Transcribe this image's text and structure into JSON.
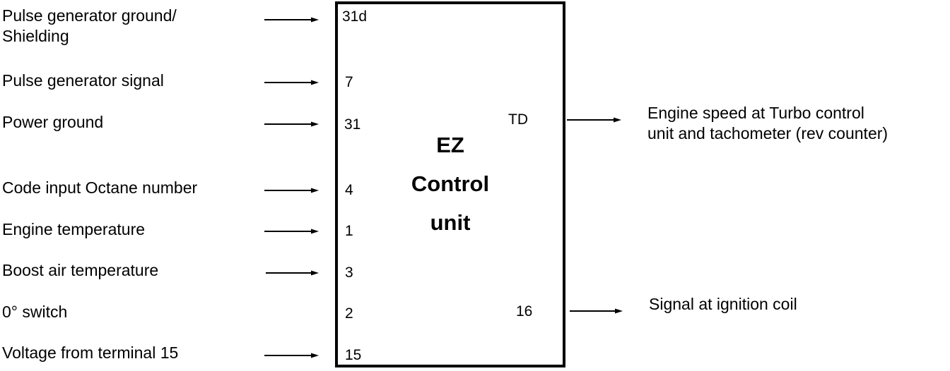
{
  "inputs": [
    {
      "label_lines": [
        "Pulse generator ground/",
        "Shielding"
      ],
      "pin": "31d"
    },
    {
      "label_lines": [
        "Pulse generator signal"
      ],
      "pin": "7"
    },
    {
      "label_lines": [
        "Power ground"
      ],
      "pin": "31"
    },
    {
      "label_lines": [
        "Code input Octane number"
      ],
      "pin": "4"
    },
    {
      "label_lines": [
        "Engine temperature"
      ],
      "pin": "1"
    },
    {
      "label_lines": [
        "Boost air temperature"
      ],
      "pin": "3"
    },
    {
      "label_lines": [
        "0° switch"
      ],
      "pin": "2"
    },
    {
      "label_lines": [
        "Voltage from terminal 15"
      ],
      "pin": "15"
    }
  ],
  "control_unit": {
    "title_lines": [
      "EZ",
      "Control",
      "unit"
    ]
  },
  "outputs": [
    {
      "pin": "TD",
      "label_lines": [
        "Engine speed at  Turbo control",
        "unit and tachometer (rev counter)"
      ]
    },
    {
      "pin": "16",
      "label_lines": [
        "Signal at ignition coil"
      ]
    }
  ],
  "colors": {
    "line": "#000000",
    "text": "#000000",
    "background": "#ffffff"
  }
}
